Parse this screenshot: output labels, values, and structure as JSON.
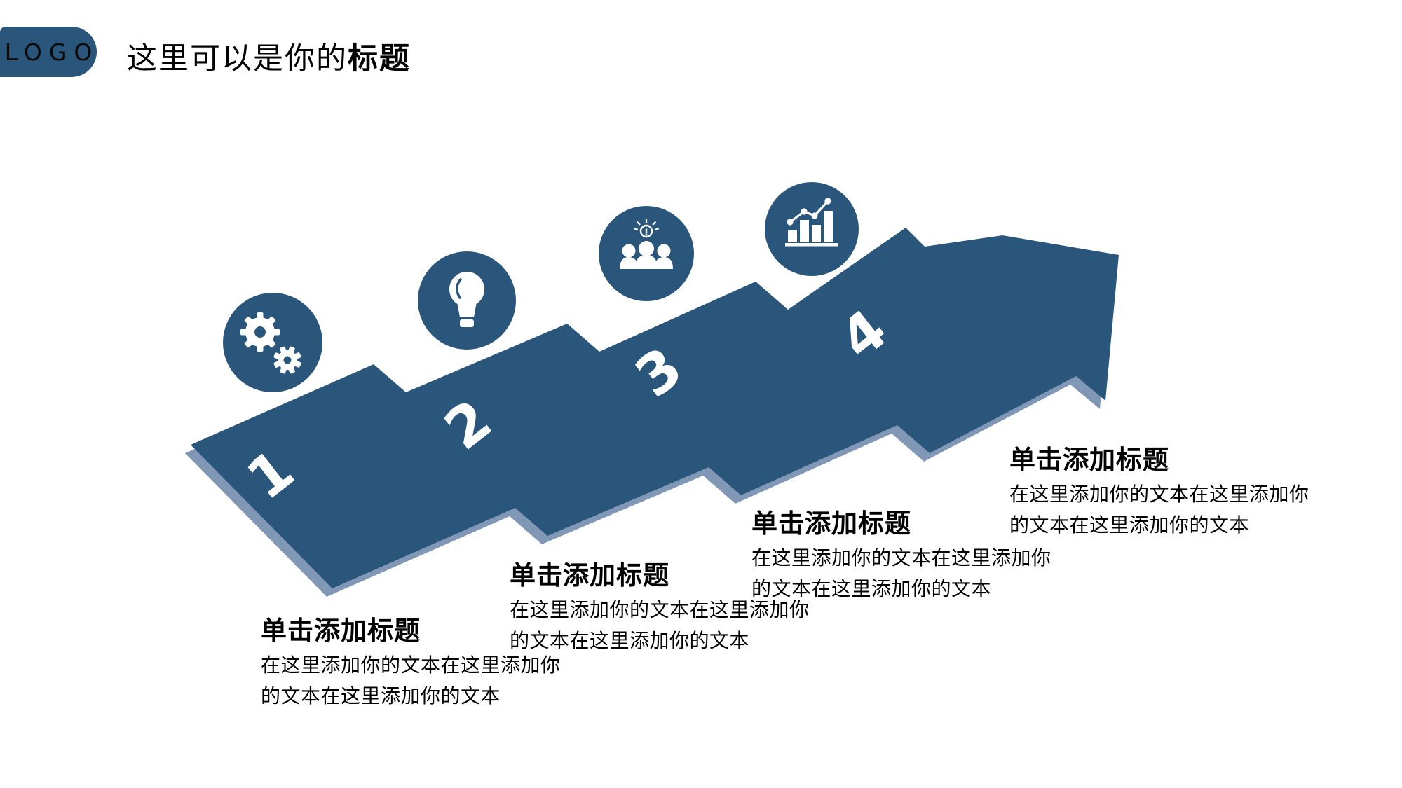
{
  "colors": {
    "primary": "#2a567b",
    "edge": "#8098b6",
    "white": "#ffffff",
    "text": "#000000"
  },
  "header": {
    "logo": "LOGO",
    "title_regular": "这里可以是你的",
    "title_bold": "标题"
  },
  "steps": [
    {
      "number": "1",
      "icon": "gears-icon",
      "heading": "单击添加标题",
      "body_line1": "在这里添加你的文本在这里添加你",
      "body_line2": "的文本在这里添加你的文本"
    },
    {
      "number": "2",
      "icon": "lightbulb-icon",
      "heading": "单击添加标题",
      "body_line1": "在这里添加你的文本在这里添加你",
      "body_line2": "的文本在这里添加你的文本"
    },
    {
      "number": "3",
      "icon": "team-idea-icon",
      "heading": "单击添加标题",
      "body_line1": "在这里添加你的文本在这里添加你",
      "body_line2": "的文本在这里添加你的文本"
    },
    {
      "number": "4",
      "icon": "growth-chart-icon",
      "heading": "单击添加标题",
      "body_line1": "在这里添加你的文本在这里添加你",
      "body_line2": "的文本在这里添加你的文本"
    }
  ]
}
